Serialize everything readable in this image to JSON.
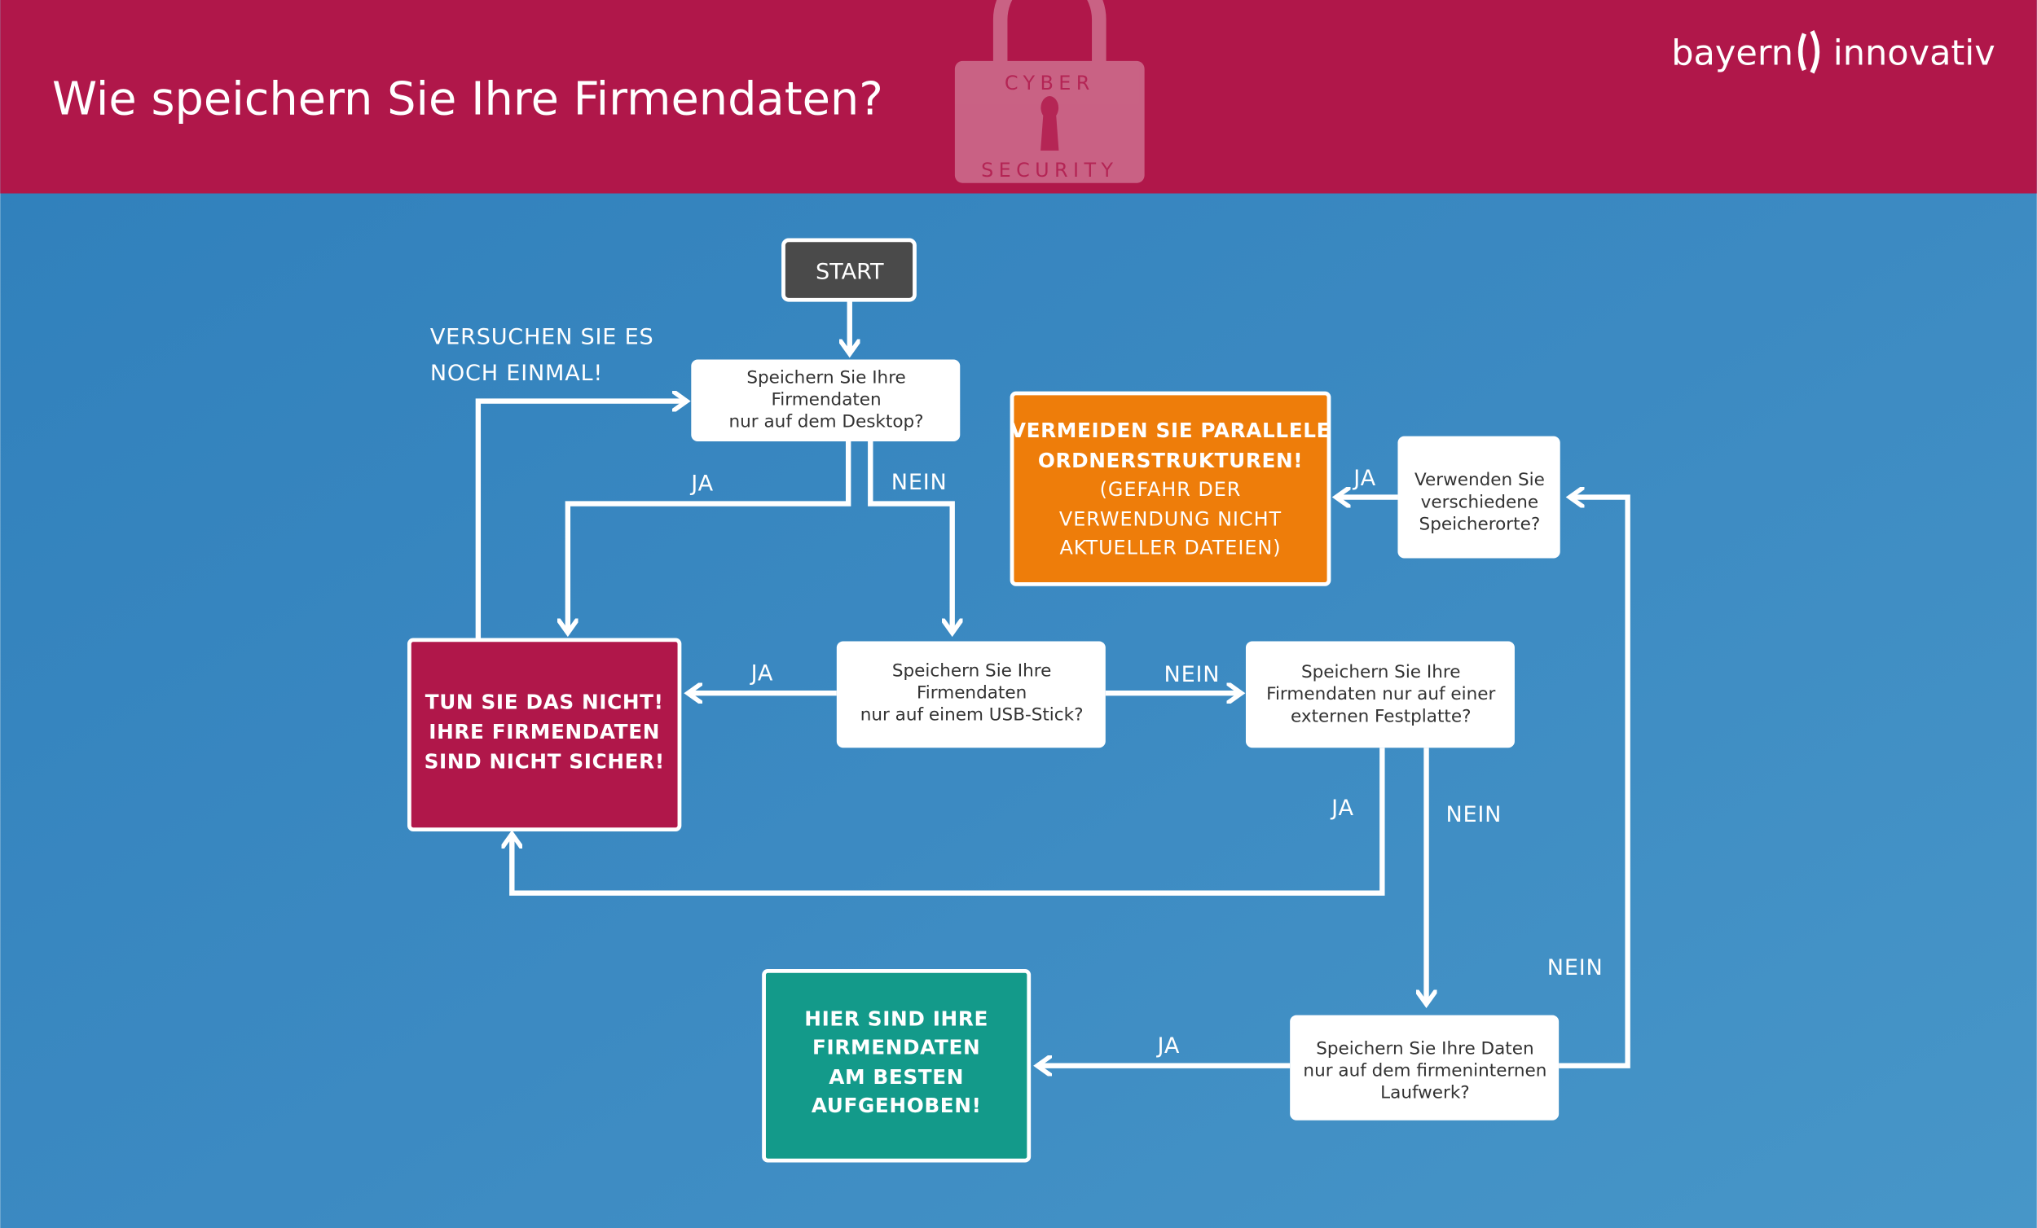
{
  "header": {
    "title": "Wie speichern Sie Ihre Firmendaten?",
    "logo_text": "bayern innovativ",
    "lock_top": "CYBER",
    "lock_bottom": "SECURITY"
  },
  "colors": {
    "header": "#b0174a",
    "background": "#3b87bf",
    "danger": "#b0174a",
    "warning": "#ee7d0a",
    "success": "#139a8a",
    "start": "#4a4a4a"
  },
  "flow": {
    "start": "START",
    "retry": [
      "VERSUCHEN SIE ES",
      "NOCH EINMAL!"
    ],
    "q_desktop": [
      "Speichern Sie Ihre",
      "Firmendaten",
      "nur auf dem Desktop?"
    ],
    "q_usb": [
      "Speichern Sie Ihre",
      "Firmendaten",
      "nur auf einem USB-Stick?"
    ],
    "q_external": [
      "Speichern Sie Ihre",
      "Firmendaten nur auf einer",
      "externen Festplatte?"
    ],
    "q_internal": [
      "Speichern Sie Ihre Daten",
      "nur auf dem firmeninternen",
      "Laufwerk?"
    ],
    "q_multiple": [
      "Verwenden Sie",
      "verschiedene",
      "Speicherorte?"
    ],
    "danger": [
      "TUN SIE DAS NICHT!",
      "IHRE FIRMENDATEN",
      "SIND NICHT SICHER!"
    ],
    "warning_bold": [
      "VERMEIDEN SIE PARALLELE",
      "ORDNERSTRUKTUREN!"
    ],
    "warning_thin": [
      "(GEFAHR DER",
      "VERWENDUNG NICHT",
      "AKTUELLER DATEIEN)"
    ],
    "success": [
      "HIER SIND IHRE",
      "FIRMENDATEN",
      "AM BESTEN",
      "AUFGEHOBEN!"
    ],
    "yes": "JA",
    "no": "NEIN"
  }
}
